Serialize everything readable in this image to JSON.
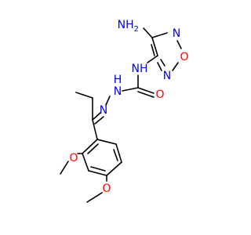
{
  "molecule": {
    "atom_colors": {
      "nitrogen": "#0000FF",
      "oxygen": "#FF0000",
      "carbon": "#000000"
    },
    "labels": {
      "amino": "NH",
      "amino_sub": "2",
      "furazan_n_top": "N",
      "furazan_o": "O",
      "furazan_n_bottom": "N",
      "amide_nh": "NH",
      "carbonyl_o": "O",
      "hydrazone_n_upper": "N",
      "hydrazone_nh": "N",
      "hydrazone_nh_h": "H",
      "methoxy_o_left": "O",
      "methoxy_o_bottom": "O"
    }
  }
}
